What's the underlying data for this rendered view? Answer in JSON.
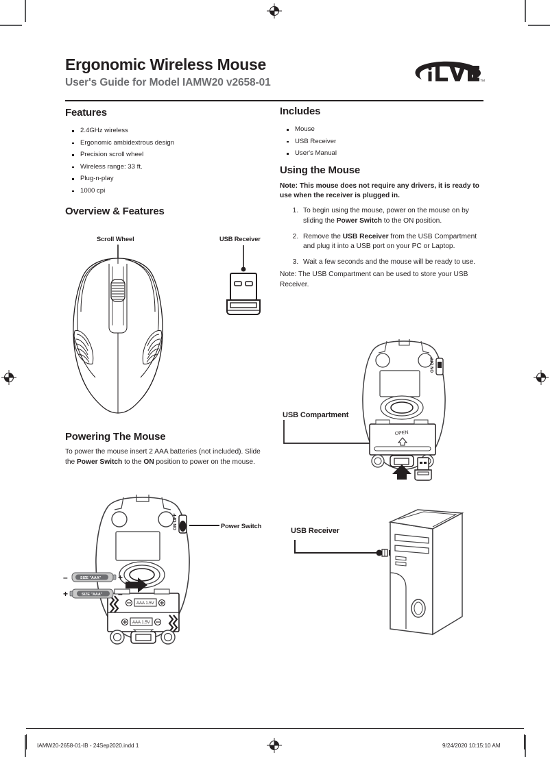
{
  "document": {
    "title": "Ergonomic Wireless Mouse",
    "subtitle": "User's Guide for Model IAMW20 v2658-01",
    "brand_logo": "ilive-logo"
  },
  "features": {
    "heading": "Features",
    "items": [
      "2.4GHz wireless",
      "Ergonomic ambidextrous design",
      "Precision scroll wheel",
      "Wireless range: 33 ft.",
      "Plug-n-play",
      "1000 cpi"
    ]
  },
  "includes": {
    "heading": "Includes",
    "items": [
      "Mouse",
      "USB Receiver",
      "User's Manual"
    ]
  },
  "overview": {
    "heading": "Overview & Features",
    "labels": {
      "scroll_wheel": "Scroll Wheel",
      "usb_receiver": "USB Receiver"
    }
  },
  "using_the_mouse": {
    "heading": "Using the Mouse",
    "note_top": "Note: This mouse does not require any drivers, it is ready to use when the receiver is plugged in.",
    "steps": [
      {
        "parts": [
          {
            "text": "To begin using the mouse, power on the mouse on by sliding the ",
            "bold": false
          },
          {
            "text": "Power Switch",
            "bold": true
          },
          {
            "text": " to the ON position.",
            "bold": false
          }
        ]
      },
      {
        "parts": [
          {
            "text": "Remove the ",
            "bold": false
          },
          {
            "text": "USB Receiver",
            "bold": true
          },
          {
            "text": " from the USB Compartment and plug it into a USB port on your PC or Laptop.",
            "bold": false
          }
        ]
      },
      {
        "parts": [
          {
            "text": "Wait a few seconds and the mouse will be ready to use.",
            "bold": false
          }
        ]
      }
    ],
    "note_bottom": "Note: The USB Compartment can be used to store your USB Receiver."
  },
  "usb_compartment_figure": {
    "label": "USB Compartment",
    "open_text": "OPEN",
    "switch_text": "ON OFF"
  },
  "powering": {
    "heading": "Powering The Mouse",
    "body_parts": [
      {
        "text": "To power the mouse insert 2 AAA batteries (not included). Slide the ",
        "bold": false
      },
      {
        "text": "Power Switch",
        "bold": true
      },
      {
        "text": " to the ",
        "bold": false
      },
      {
        "text": "ON",
        "bold": true
      },
      {
        "text": " position to power on the mouse.",
        "bold": false
      }
    ],
    "labels": {
      "power_switch": "Power Switch",
      "battery_size": "SIZE \"AAA\"",
      "battery_cell": "AAA  1.5V",
      "plus": "+",
      "minus": "–",
      "switch_text": "ON OFF"
    }
  },
  "pc_figure": {
    "label": "USB Receiver"
  },
  "footer": {
    "left": "IAMW20-2658-01-IB - 24Sep2020.indd   1",
    "right": "9/24/2020   10:15:10 AM"
  },
  "colors": {
    "ink": "#231f20",
    "gray": "#6d6e71",
    "line": "#414042"
  }
}
